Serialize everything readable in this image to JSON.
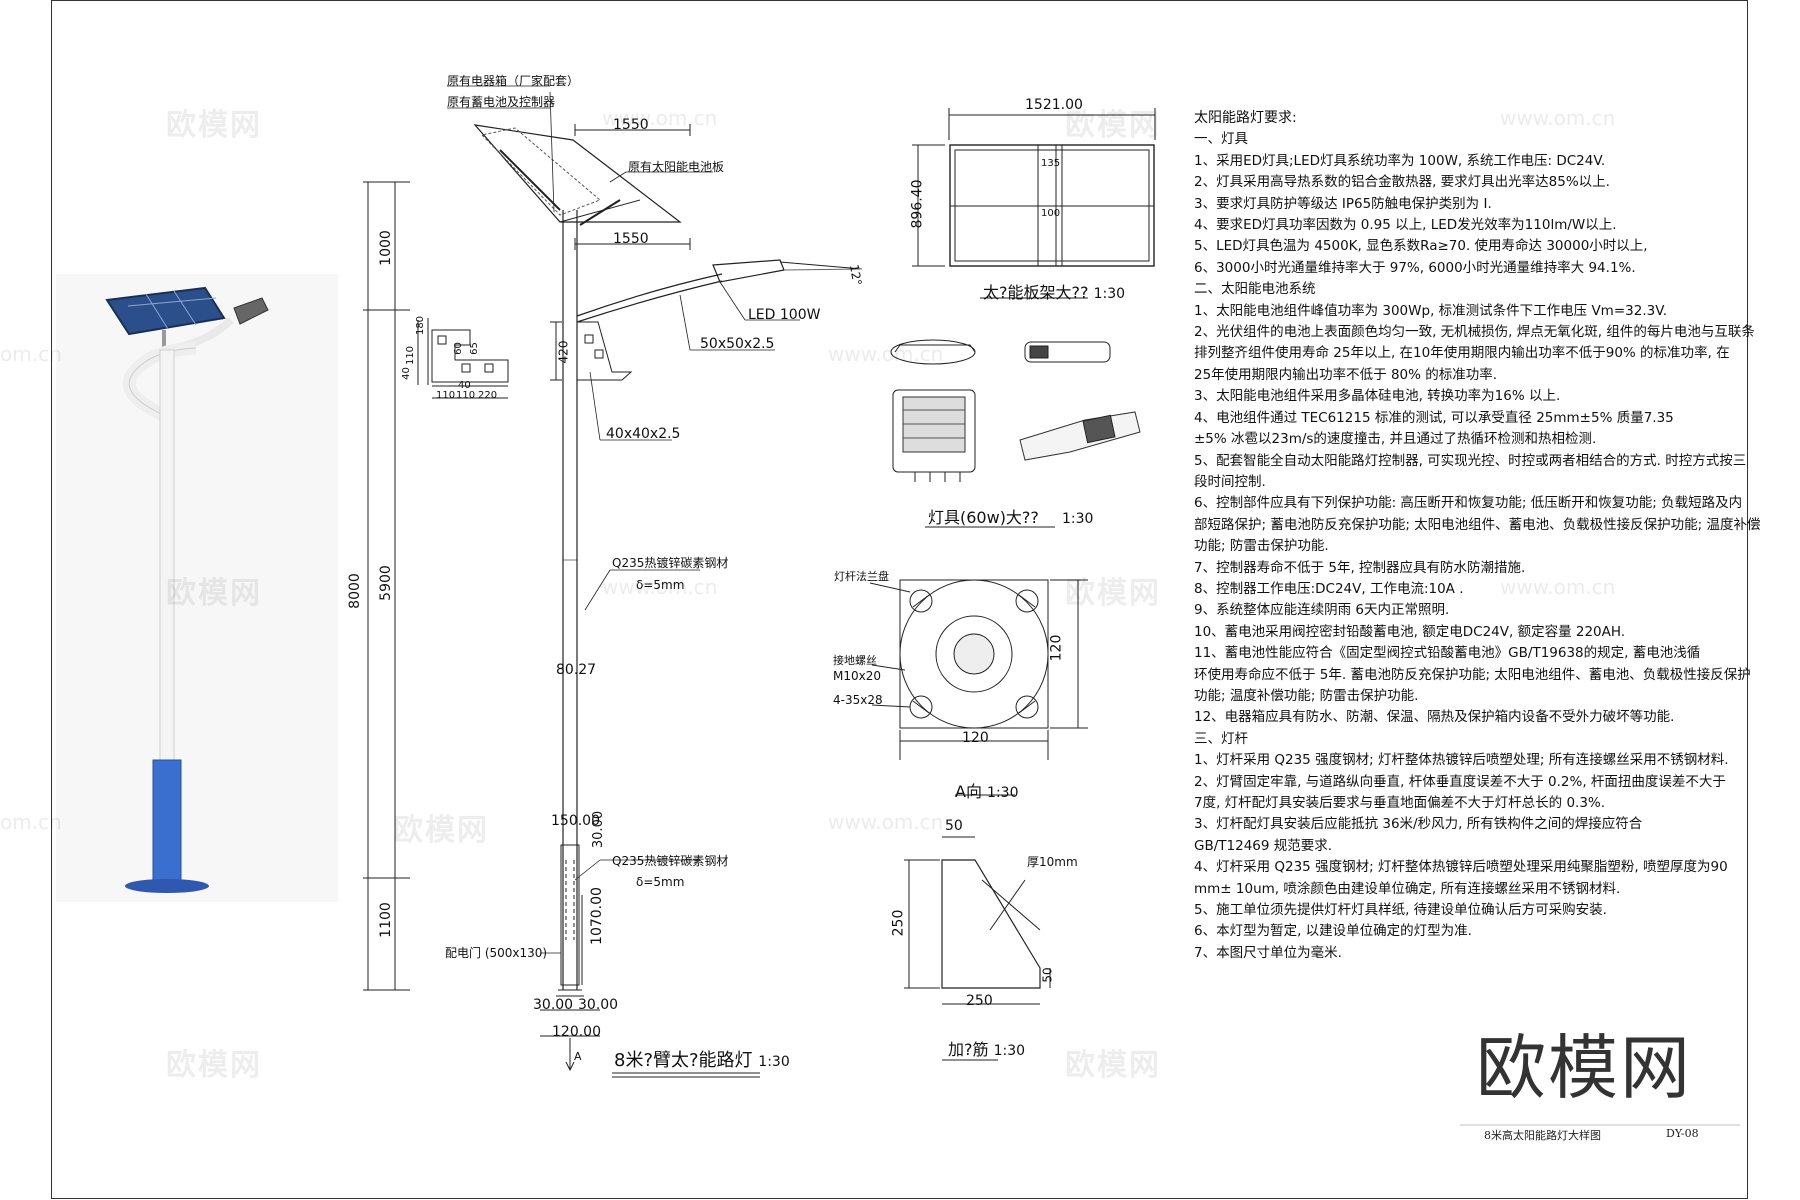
{
  "watermark": {
    "text": "欧模网",
    "url": "www.om.cn",
    "url_short": "om.cn"
  },
  "brand": "欧模网",
  "title_block": {
    "drawing_name": "8米高太阳能路灯大样图",
    "drawing_no": "DY-08"
  },
  "elevation": {
    "caption": "8米?臂太?能路灯",
    "scale": "1:30",
    "labels": {
      "box": "原有电器箱（厂家配套）",
      "battery": "原有蓄电池及控制器",
      "panel": "原有太阳能电池板",
      "led": "LED 100W",
      "tube50": "50x50x2.5",
      "tube40": "40x40x2.5",
      "steel1_a": "Q235热镀锌碳素钢材",
      "steel1_b": "δ=5mm",
      "steel2_a": "Q235热镀锌碳素钢材",
      "steel2_b": "δ=5mm",
      "door": "配电门 (500x130)",
      "angle": "12°",
      "section_mark": "A"
    },
    "dims": {
      "d1550_top": "1550",
      "d1550_bot": "1550",
      "d1000": "1000",
      "d5900": "5900",
      "d1100": "1100",
      "d8000": "8000",
      "d420": "420",
      "d8027": "80.27",
      "d15000": "150.00",
      "d3000": "30.00",
      "d107000": "1070.00",
      "d30a": "30.00",
      "d30b": "30.00",
      "d120": "120.00",
      "b180": "180",
      "b110": "110",
      "b40a": "40",
      "b40b": "40",
      "b110b": "110",
      "b110c": "110",
      "b220": "220",
      "b60": "60",
      "b65": "65"
    }
  },
  "panel_frame": {
    "caption": "太?能板架大??",
    "scale": "1:30",
    "dims": {
      "width": "1521.00",
      "height": "896.40",
      "d135": "135",
      "d100": "100"
    }
  },
  "lamp": {
    "caption": "灯具(60w)大??",
    "scale": "1:30"
  },
  "flange": {
    "caption": "A向",
    "scale": "1:30",
    "labels": {
      "flange": "灯杆法兰盘",
      "bolt_a": "接地螺丝",
      "bolt_b": "M10x20",
      "holes": "4-35x28"
    },
    "dims": {
      "w": "120",
      "h": "120"
    }
  },
  "rib": {
    "caption": "加?筋",
    "scale": "1:30",
    "labels": {
      "thick": "厚10mm"
    },
    "dims": {
      "top": "50",
      "h": "250",
      "w": "250",
      "right": "50"
    }
  },
  "spec_lines": [
    "太阳能路灯要求:",
    "一、灯具",
    "1、采用ED灯具;LED灯具系统功率为 100W, 系统工作电压: DC24V.",
    "2、灯具采用高导热系数的铝合金散热器, 要求灯具出光率达85%以上.",
    "3、要求灯具防护等级达 IP65防触电保护类别为 I.",
    "4、要求ED灯具功率因数为 0.95 以上, LED发光效率为110lm/W以上.",
    "5、LED灯具色温为 4500K, 显色系数Ra≥70. 使用寿命达 30000小时以上,",
    "6、3000小时光通量维持率大于 97%, 6000小时光通量维持率大 94.1%.",
    "二、太阳能电池系统",
    "1、太阳能电池组件峰值功率为 300Wp, 标准测试条件下工作电压 Vm=32.3V.",
    "2、光伏组件的电池上表面颜色均匀一致, 无机械损伤, 焊点无氧化斑, 组件的每片电池与互联条",
    "排列整齐组件使用寿命 25年以上, 在10年使用期限内输出功率不低于90% 的标准功率, 在",
    "25年使用期限内输出功率不低于 80% 的标准功率.",
    "3、太阳能电池组件采用多晶体硅电池, 转换功率为16% 以上.",
    "4、电池组件通过 TEC61215 标准的测试, 可以承受直径 25mm±5% 质量7.35",
    "±5% 冰雹以23m/s的速度撞击, 并且通过了热循环检测和热相检测.",
    "5、配套智能全自动太阳能路灯控制器, 可实现光控、时控或两者相结合的方式. 时控方式按三",
    "段时间控制.",
    "6、控制部件应具有下列保护功能: 高压断开和恢复功能; 低压断开和恢复功能; 负载短路及内",
    "部短路保护; 蓄电池防反充保护功能; 太阳电池组件、蓄电池、负载极性接反保护功能; 温度补偿",
    "功能; 防雷击保护功能.",
    "7、控制器寿命不低于 5年, 控制器应具有防水防潮措施.",
    "8、控制器工作电压:DC24V, 工作电流:10A .",
    "9、系统整体应能连续阴雨 6天内正常照明.",
    "10、蓄电池采用阀控密封铅酸蓄电池, 额定电DC24V, 额定容量 220AH.",
    "11、蓄电池性能应符合《固定型阀控式铅酸蓄电池》GB/T19638的规定, 蓄电池浅循",
    "环使用寿命应不低于 5年. 蓄电池防反充保护功能; 太阳电池组件、蓄电池、负载极性接反保护",
    "功能; 温度补偿功能; 防雷击保护功能.",
    "12、电器箱应具有防水、防潮、保温、隔热及保护箱内设备不受外力破坏等功能.",
    "三、灯杆",
    "1、灯杆采用 Q235 强度钢材; 灯杆整体热镀锌后喷塑处理; 所有连接螺丝采用不锈钢材料.",
    "2、灯臂固定牢靠, 与道路纵向垂直, 杆体垂直度误差不大于 0.2%, 杆面扭曲度误差不大于",
    "7度, 灯杆配灯具安装后要求与垂直地面偏差不大于灯杆总长的 0.3%.",
    "3、灯杆配灯具安装后应能抵抗 36米/秒风力, 所有铁构件之间的焊接应符合",
    "GB/T12469 规范要求.",
    "4、灯杆采用 Q235 强度钢材; 灯杆整体热镀锌后喷塑处理采用纯聚脂塑粉, 喷塑厚度为90",
    "mm± 10um, 喷涂颜色由建设单位确定, 所有连接螺丝采用不锈钢材料.",
    "5、施工单位须先提供灯杆灯具样纸, 待建设单位确认后方可采购安装.",
    "6、本灯型为暂定, 以建设单位确定的灯型为准.",
    "7、本图尺寸单位为毫米."
  ],
  "colors": {
    "line": "#222222",
    "pole": "#f2f2f2",
    "base": "#3a6fd0",
    "panel": "#2b4f8a"
  }
}
